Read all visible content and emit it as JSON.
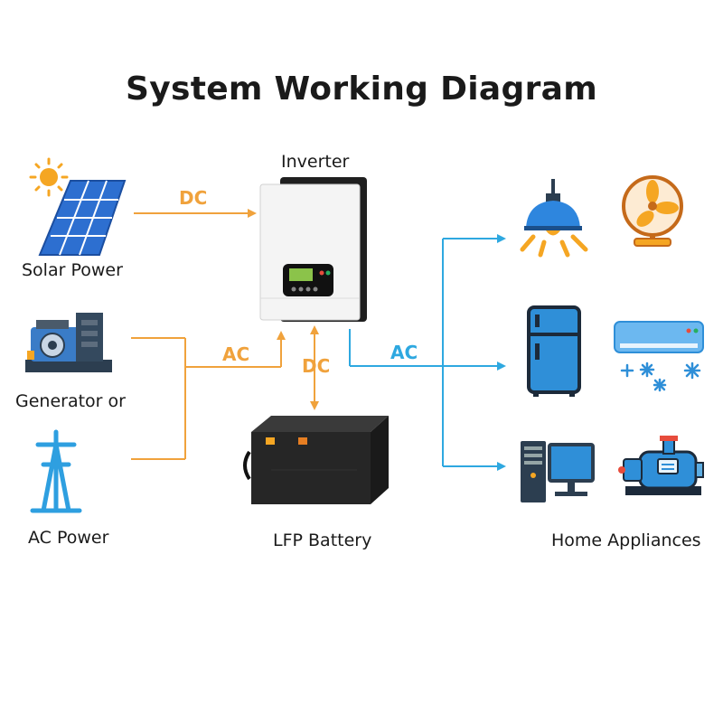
{
  "title": "System Working Diagram",
  "nodes": {
    "inverter": "Inverter",
    "solar": "Solar Power",
    "generator": "Generator or",
    "ac_power": "AC Power",
    "battery": "LFP Battery",
    "appliances": "Home Appliances"
  },
  "flows": {
    "solar_dc": "DC",
    "grid_ac": "AC",
    "battery_dc": "DC",
    "output_ac": "AC"
  },
  "colors": {
    "dc_line": "#f0a23c",
    "ac_out_line": "#2ea8e0",
    "appliance_blue": "#2f8fd8",
    "appliance_orange": "#f5a623"
  },
  "icons": [
    "sun-icon",
    "solar-panel-icon",
    "generator-icon",
    "power-pylon-icon",
    "inverter-icon",
    "battery-icon",
    "ceiling-lamp-icon",
    "fan-icon",
    "refrigerator-icon",
    "air-conditioner-icon",
    "computer-icon",
    "water-pump-icon"
  ]
}
